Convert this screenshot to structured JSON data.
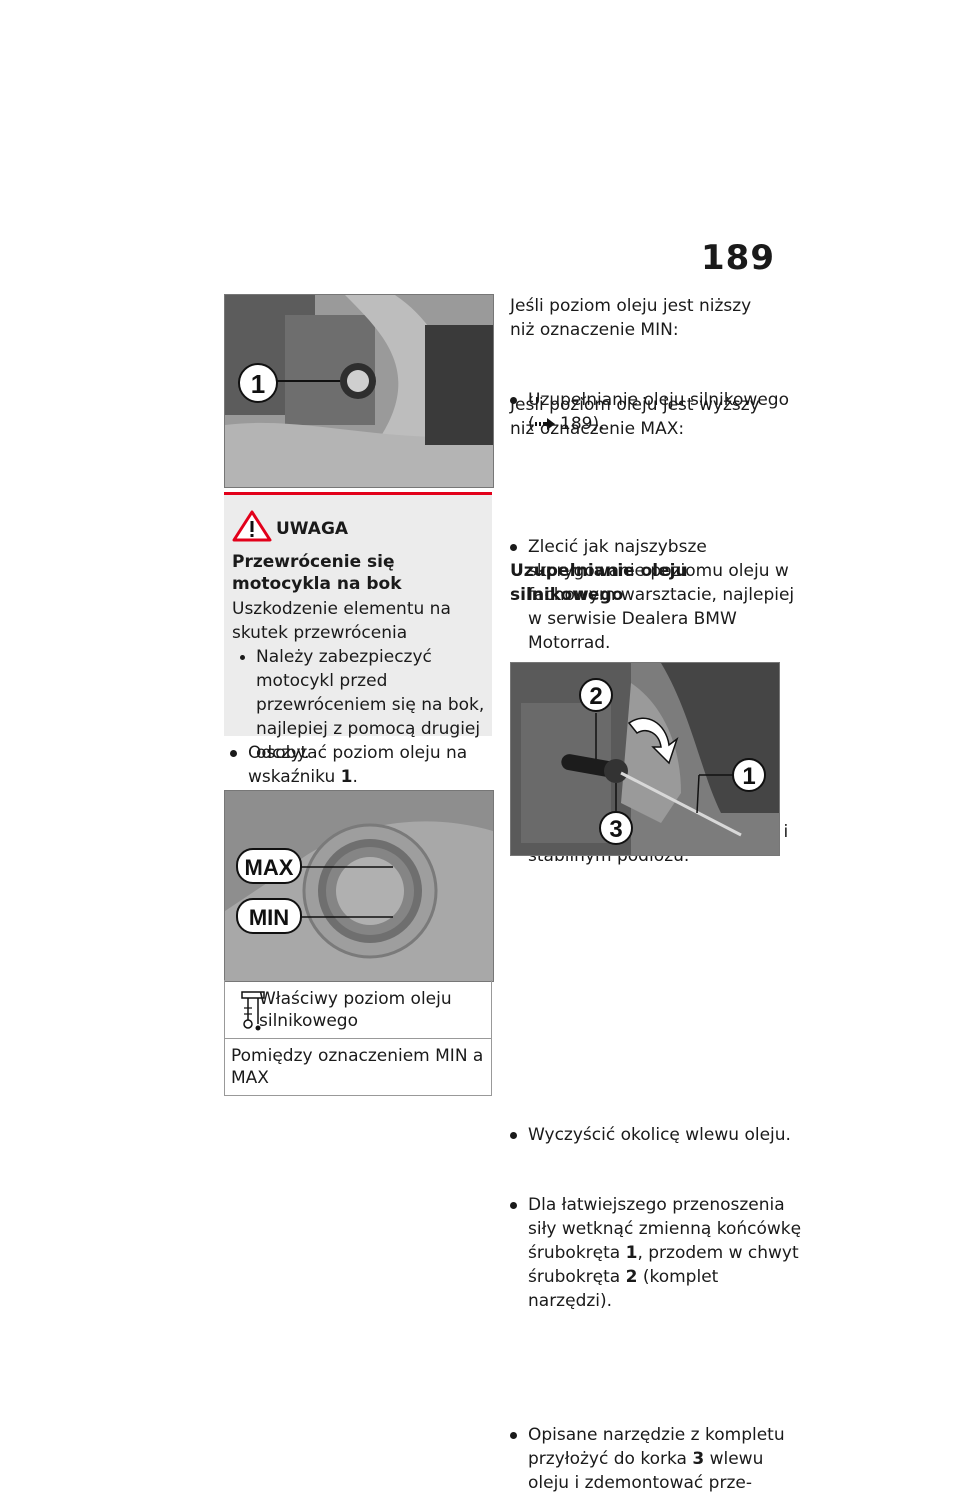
{
  "page_number": "189",
  "warning": {
    "title": "UWAGA",
    "heading": "Przewrócenie się motocykla na bok",
    "cause": "Uszkodzenie elementu na skutek przewrócenia",
    "instruction": "Należy zabezpieczyć motocykl przed przewróceniem się na bok, najlepiej z pomocą drugiej osoby."
  },
  "left": {
    "step_read_prefix": "Odczytać poziom oleju na wskaźniku ",
    "step_read_ref": "1",
    "step_read_suffix": ".",
    "photo1_label": "1",
    "photo2_labels": [
      "MAX",
      "MIN"
    ],
    "spec_title": "Właściwy poziom oleju silnikowego",
    "spec_value": "Pomiędzy oznaczeniem MIN a MAX"
  },
  "right": {
    "low_intro": "Jeśli poziom oleju jest niższy niż oznaczenie MIN:",
    "low_step_prefix": "Uzupełnianie oleju silnikowego (",
    "low_step_ref": "189",
    "low_step_suffix": ").",
    "high_intro": "Jeśli poziom oleju jest wyższy niż oznaczenie MAX:",
    "high_step": "Zlecić jak najszybsze skorygowanie poziomu oleju w fachowym warsztacie, najlepiej w serwisie Dealera BMW Motorrad.",
    "section_heading": "Uzupełnianie oleju silnikowego",
    "step_level": "Ustawić motocykl na równym i stabilnym podłożu.",
    "photo3_labels": [
      "2",
      "1",
      "3"
    ],
    "step_clean": "Wyczyścić okolicę wlewu oleju.",
    "step_tool_a": "Dla łatwiejszego przenoszenia siły wetknąć zmienną końcówkę śrubokręta ",
    "step_tool_ref1": "1",
    "step_tool_b": ", przodem w chwyt śrubokręta ",
    "step_tool_ref2": "2",
    "step_tool_c": " (komplet narzędzi).",
    "step_cap_a": "Opisane narzędzie z kompletu przyłożyć do korka ",
    "step_cap_ref": "3",
    "step_cap_b": " wlewu oleju i zdemontować prze-"
  }
}
